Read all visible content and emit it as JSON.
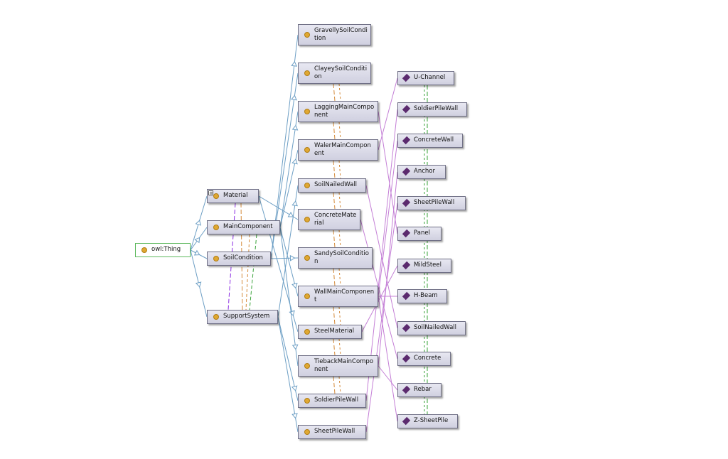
{
  "root": {
    "label": "owl:Thing"
  },
  "level1": [
    {
      "id": "material",
      "label": "Material",
      "expandable": true
    },
    {
      "id": "maincomponent",
      "label": "MainComponent"
    },
    {
      "id": "soilcondition",
      "label": "SoilCondition"
    },
    {
      "id": "supportsystem",
      "label": "SupportSystem"
    }
  ],
  "classes": [
    {
      "id": "gravelly",
      "label": "GravellySoilCondition",
      "parent": "soilcondition"
    },
    {
      "id": "clayey",
      "label": "ClayeySoilCondition",
      "parent": "soilcondition"
    },
    {
      "id": "lagging",
      "label": "LaggingMainComponent",
      "parent": "maincomponent"
    },
    {
      "id": "waler",
      "label": "WalerMainComponent",
      "parent": "maincomponent"
    },
    {
      "id": "soilnailed",
      "label": "SoilNailedWall",
      "parent": "supportsystem"
    },
    {
      "id": "concretemat",
      "label": "ConcreteMaterial",
      "parent": "material"
    },
    {
      "id": "sandy",
      "label": "SandySoilCondition",
      "parent": "soilcondition"
    },
    {
      "id": "wallmain",
      "label": "WallMainComponent",
      "parent": "maincomponent"
    },
    {
      "id": "steelmat",
      "label": "SteelMaterial",
      "parent": "material"
    },
    {
      "id": "tieback",
      "label": "TiebackMainComponent",
      "parent": "maincomponent"
    },
    {
      "id": "soldierpile",
      "label": "SoldierPileWall",
      "parent": "supportsystem"
    },
    {
      "id": "sheetpile",
      "label": "SheetPileWall",
      "parent": "supportsystem"
    }
  ],
  "individuals": [
    {
      "id": "i_uchannel",
      "label": "U-Channel",
      "type": "waler"
    },
    {
      "id": "i_soldierpile",
      "label": "SoldierPileWall",
      "type": "soldierpile"
    },
    {
      "id": "i_concretewall",
      "label": "ConcreteWall",
      "type": "wallmain"
    },
    {
      "id": "i_anchor",
      "label": "Anchor",
      "type": "tieback"
    },
    {
      "id": "i_sheetpile",
      "label": "SheetPileWall",
      "type": "sheetpile"
    },
    {
      "id": "i_panel",
      "label": "Panel",
      "type": "lagging"
    },
    {
      "id": "i_mildsteel",
      "label": "MildSteel",
      "type": "steelmat"
    },
    {
      "id": "i_hbeam",
      "label": "H-Beam",
      "type": "wallmain"
    },
    {
      "id": "i_soilnailed",
      "label": "SoilNailedWall",
      "type": "soilnailed"
    },
    {
      "id": "i_concrete",
      "label": "Concrete",
      "type": "concretemat"
    },
    {
      "id": "i_rebar",
      "label": "Rebar",
      "type": "tieback"
    },
    {
      "id": "i_zsheetpile",
      "label": "Z-SheetPile",
      "type": "wallmain"
    }
  ],
  "colors": {
    "subclass_edge": "#6c9ec4",
    "individual_edge": "#c47fd6",
    "property_edge_orange": "#d48a3a",
    "property_edge_purple": "#8a2be2",
    "property_edge_green": "#3aa33a",
    "class_icon": "#e0a832",
    "individual_icon": "#5b2a6e"
  }
}
